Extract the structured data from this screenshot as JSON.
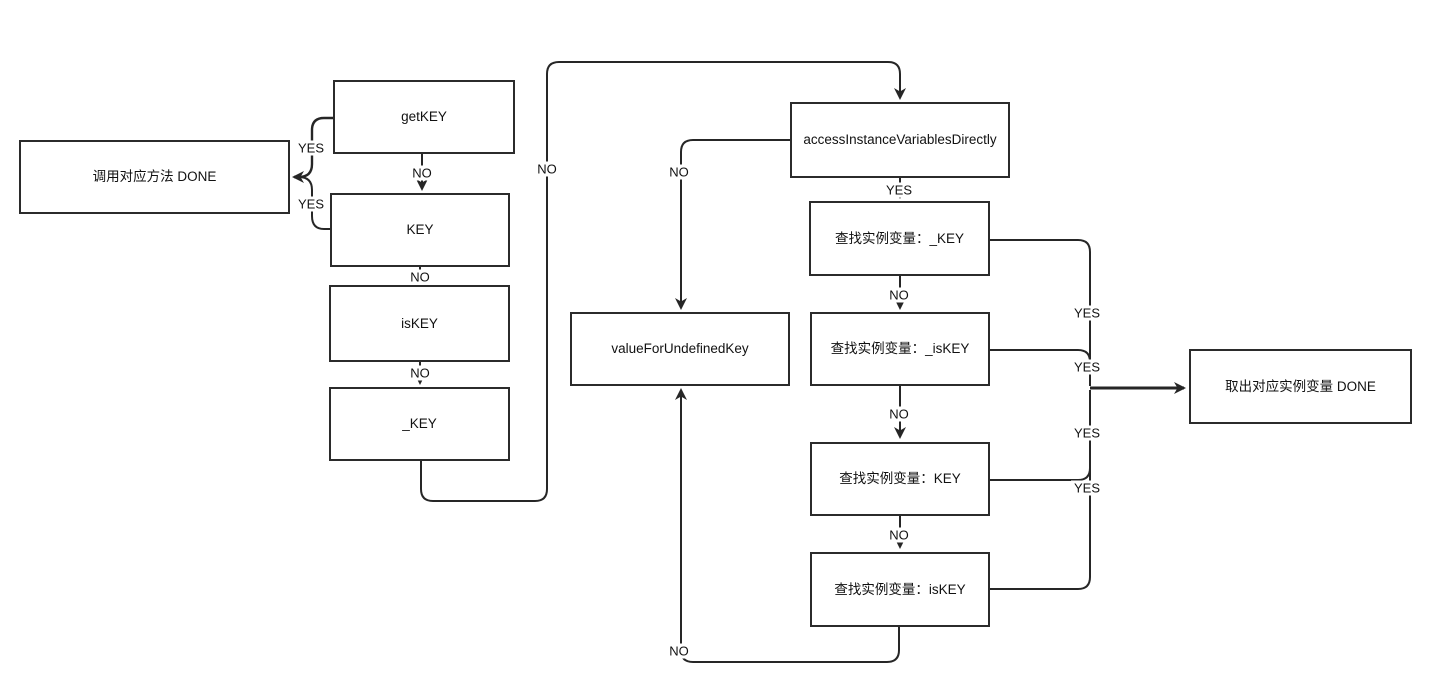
{
  "diagram_type": "flowchart",
  "colors": {
    "background": "#ffffff",
    "line": "#262626",
    "node_border": "#2b2b2b",
    "text": "#111111"
  },
  "labels": {
    "yes": "YES",
    "no": "NO"
  },
  "nodes": {
    "get_key": {
      "label": "getKEY"
    },
    "key": {
      "label": "KEY"
    },
    "is_key": {
      "label": "isKEY"
    },
    "underscore_key": {
      "label": "_KEY"
    },
    "call_method_done": {
      "label": "调用对应方法 DONE"
    },
    "access_instance_variables_directly": {
      "label": "accessInstanceVariablesDirectly"
    },
    "find_ivar_underscore_key": {
      "label": "查找实例变量：_KEY"
    },
    "find_ivar_underscore_is_key": {
      "label": "查找实例变量：_isKEY"
    },
    "value_for_undefined_key": {
      "label": "valueForUndefinedKey"
    },
    "find_ivar_key": {
      "label": "查找实例变量：KEY"
    },
    "find_ivar_is_key": {
      "label": "查找实例变量：isKEY"
    },
    "fetch_ivar_done": {
      "label": "取出对应实例变量 DONE"
    }
  },
  "edges": [
    {
      "from": "getKEY",
      "to": "调用对应方法 DONE",
      "label": "YES"
    },
    {
      "from": "getKEY",
      "to": "KEY",
      "label": "NO"
    },
    {
      "from": "KEY",
      "to": "调用对应方法 DONE",
      "label": "YES"
    },
    {
      "from": "KEY",
      "to": "isKEY",
      "label": "NO"
    },
    {
      "from": "isKEY",
      "to": "_KEY",
      "label": "NO"
    },
    {
      "from": "_KEY",
      "to": "accessInstanceVariablesDirectly",
      "label": "NO"
    },
    {
      "from": "accessInstanceVariablesDirectly",
      "to": "查找实例变量：_KEY",
      "label": "YES"
    },
    {
      "from": "accessInstanceVariablesDirectly",
      "to": "valueForUndefinedKey",
      "label": "NO"
    },
    {
      "from": "查找实例变量：_KEY",
      "to": "取出对应实例变量 DONE",
      "label": "YES"
    },
    {
      "from": "查找实例变量：_KEY",
      "to": "查找实例变量：_isKEY",
      "label": "NO"
    },
    {
      "from": "查找实例变量：_isKEY",
      "to": "取出对应实例变量 DONE",
      "label": "YES"
    },
    {
      "from": "查找实例变量：_isKEY",
      "to": "查找实例变量：KEY",
      "label": "NO"
    },
    {
      "from": "查找实例变量：KEY",
      "to": "取出对应实例变量 DONE",
      "label": "YES"
    },
    {
      "from": "查找实例变量：KEY",
      "to": "查找实例变量：isKEY",
      "label": "NO"
    },
    {
      "from": "查找实例变量：isKEY",
      "to": "取出对应实例变量 DONE",
      "label": "YES"
    },
    {
      "from": "查找实例变量：isKEY",
      "to": "valueForUndefinedKey",
      "label": "NO"
    }
  ]
}
